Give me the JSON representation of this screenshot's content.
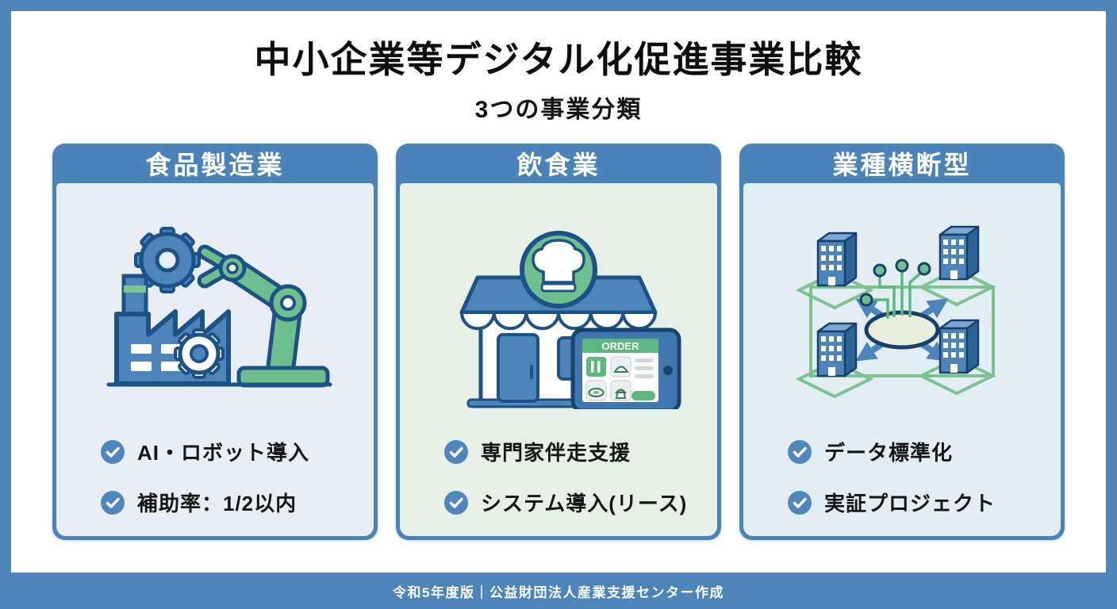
{
  "page": {
    "title": "中小企業等デジタル化促進事業比較",
    "subtitle": "3つの事業分類",
    "footer": "令和5年度版｜公益財団法人産業支援センター作成"
  },
  "colors": {
    "frame_blue": "#4d85bb",
    "card_header_blue": "#4a83ba",
    "check_circle_blue": "#4e86bd",
    "outline_navy": "#1d5286",
    "icon_green": "#6fbe8d",
    "card1_body_bg": "#e9eef6",
    "card2_body_bg": "#e7f0e7",
    "card3_body_bg": "#e3eef4",
    "text_dark": "#151515"
  },
  "cards": [
    {
      "header": "食品製造業",
      "icon": "factory-robot-icon",
      "items": [
        "AI・ロボット導入",
        "補助率：1/2以内"
      ]
    },
    {
      "header": "飲食業",
      "icon": "restaurant-storefront-tablet-icon",
      "tablet_screen_label": "ORDER",
      "items": [
        "専門家伴走支援",
        "システム導入(リース)"
      ]
    },
    {
      "header": "業種横断型",
      "icon": "network-buildings-icon",
      "items": [
        "データ標準化",
        "実証プロジェクト"
      ]
    }
  ]
}
